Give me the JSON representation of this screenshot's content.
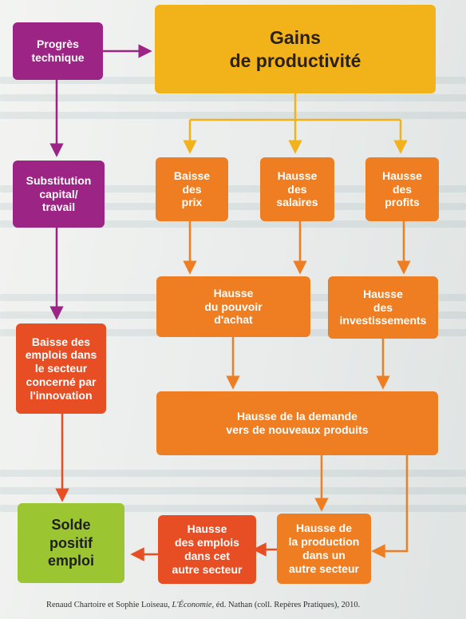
{
  "boxes": {
    "progres": "Progrès\ntechnique",
    "gains": "Gains\nde productivité",
    "substitution": "Substitution\ncapital/\ntravail",
    "baisse_prix": "Baisse\ndes\nprix",
    "hausse_salaires": "Hausse\ndes\nsalaires",
    "hausse_profits": "Hausse\ndes\nprofits",
    "pouvoir_achat": "Hausse\ndu pouvoir\nd'achat",
    "investissements": "Hausse\ndes\ninvestissements",
    "baisse_emplois": "Baisse des\nemplois dans\nle secteur\nconcerné par\nl'innovation",
    "demande": "Hausse de la demande\nvers de nouveaux produits",
    "solde": "Solde\npositif\nemploi",
    "emplois_autre": "Hausse\ndes emplois\ndans cet\nautre secteur",
    "production": "Hausse de\nla production\ndans un\nautre secteur"
  },
  "caption": {
    "authors": "Renaud Chartoire et Sophie Loiseau, ",
    "title": "L'Économie",
    "rest": ", éd. Nathan (coll. Repères Pratiques), 2010."
  },
  "colors": {
    "purple": "#9b2484",
    "gold": "#f2b21a",
    "orange": "#ef7e22",
    "red": "#e84e24",
    "green": "#9cc532"
  }
}
